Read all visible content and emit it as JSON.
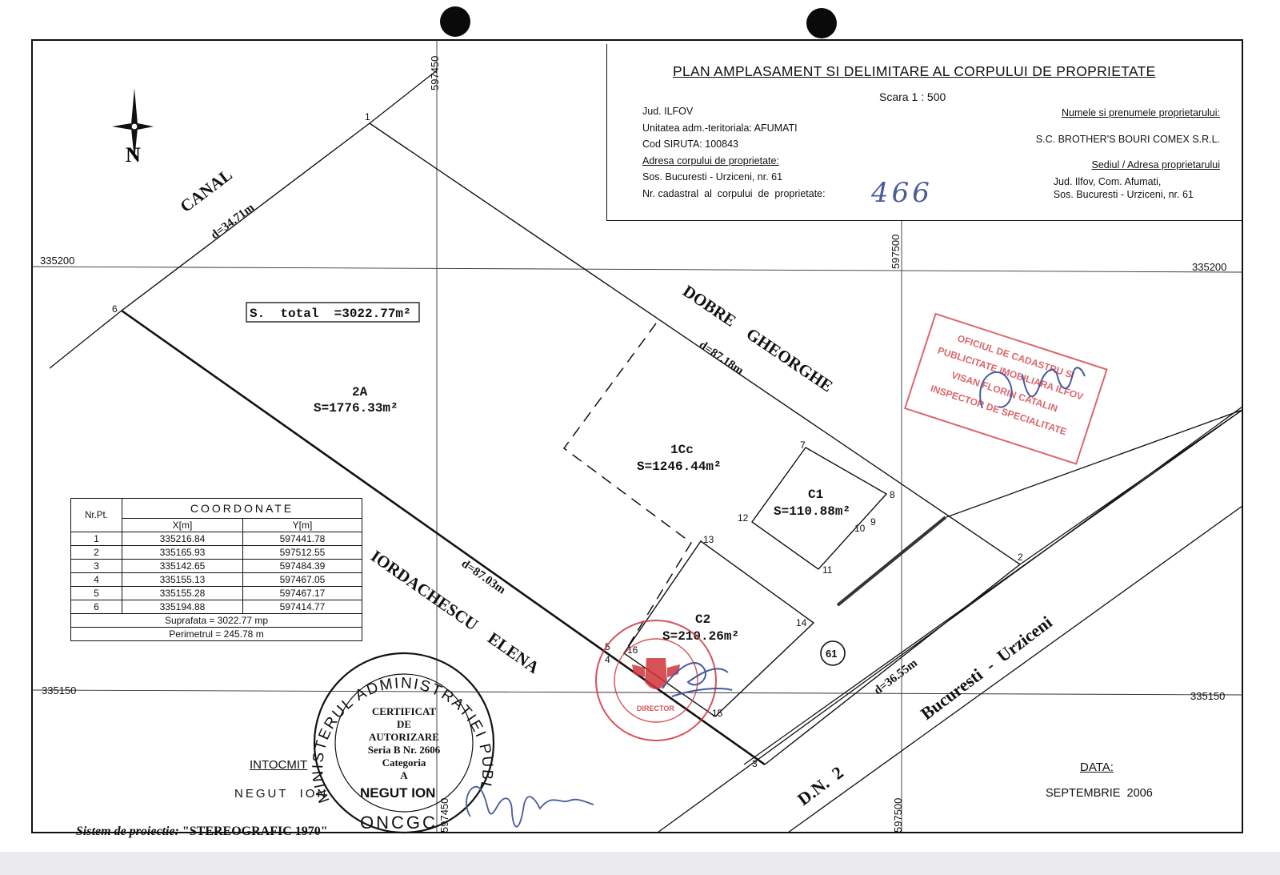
{
  "title_block": {
    "title": "PLAN AMPLASAMENT SI DELIMITARE AL CORPULUI DE PROPRIETATE",
    "scale": "Scara  1 : 500",
    "jud": "Jud.  ILFOV",
    "unitatea": "Unitatea adm.-teritoriala: AFUMATI",
    "siruta": "Cod SIRUTA: 100843",
    "adresa_label": "Adresa corpului de proprietate:",
    "adresa_value": "Sos. Bucuresti - Urziceni, nr. 61",
    "nr_cadastral_label": "Nr. cadastral  al  corpului  de  proprietate:",
    "nr_cadastral_value": "466",
    "owner_label": "Numele si prenumele proprietarului:",
    "owner_value": "S.C. BROTHER'S BOURI COMEX S.R.L.",
    "sediu_label": "Sediul / Adresa proprietarului",
    "sediu_line1": "Jud.  Ilfov, Com.  Afumati,",
    "sediu_line2": "Sos. Bucuresti - Urziceni, nr. 61"
  },
  "grid_labels": {
    "y_597450_top": "597450",
    "y_597500_top": "597500",
    "y_597450_bottom": "597450",
    "y_597500_bottom": "597500",
    "x_335200_left": "335200",
    "x_335200_right": "335200",
    "x_335150_left": "335150",
    "x_335150_right": "335150"
  },
  "north": "N",
  "neighbours": {
    "canal": "CANAL",
    "dobre": "DOBRE    GHEORGHE",
    "iordachescu": "IORDACHESCU    ELENA",
    "road": "Bucuresti  -  Urziceni",
    "dn": "D.N.  2",
    "house_no": "61"
  },
  "distances": {
    "d1": "d=34.71m",
    "d2": "d=87.18m",
    "d3": "d=87.03m",
    "d4": "d=36.55m"
  },
  "parcels": {
    "total": "S.  total  =3022.77m²",
    "p2a_name": "2A",
    "p2a_area": "S=1776.33m²",
    "p1cc_name": "1Cc",
    "p1cc_area": "S=1246.44m²",
    "c1_name": "C1",
    "c1_area": "S=110.88m²",
    "c2_name": "C2",
    "c2_area": "S=210.26m²"
  },
  "points": {
    "p1": "1",
    "p2": "2",
    "p3": "3",
    "p4": "4",
    "p5": "5",
    "p6": "6",
    "p7": "7",
    "p8": "8",
    "p9": "9",
    "p10": "10",
    "p11": "11",
    "p12": "12",
    "p13": "13",
    "p14": "14",
    "p15": "15",
    "p16": "16"
  },
  "coord_table": {
    "header": "COORDONATE",
    "col_nr": "Nr.Pt.",
    "col_x": "X[m]",
    "col_y": "Y[m]",
    "rows": [
      {
        "nr": "1",
        "x": "335216.84",
        "y": "597441.78"
      },
      {
        "nr": "2",
        "x": "335165.93",
        "y": "597512.55"
      },
      {
        "nr": "3",
        "x": "335142.65",
        "y": "597484.39"
      },
      {
        "nr": "4",
        "x": "335155.13",
        "y": "597467.05"
      },
      {
        "nr": "5",
        "x": "335155.28",
        "y": "597467.17"
      },
      {
        "nr": "6",
        "x": "335194.88",
        "y": "597414.77"
      }
    ],
    "suprafata": "Suprafata = 3022.77 mp",
    "perimetrul": "Perimetrul = 245.78 m"
  },
  "stamps": {
    "ministry_ring": "MINISTERUL  ADMINISTRATIEI  PUBLICE",
    "oncgc": "ONCGC",
    "cert_l1": "CERTIFICAT",
    "cert_l2": "DE",
    "cert_l3": "AUTORIZARE",
    "cert_l4": "Seria B Nr. 2606",
    "cert_l5": "Categoria",
    "cert_l6": "A",
    "ocpi_l1": "OFICIUL DE CADASTRU SI",
    "ocpi_l2": "PUBLICITATE IMOBILIARA ILFOV",
    "ocpi_l3": "VISAN FLORIN CATALIN",
    "ocpi_l4": "INSPECTOR DE SPECIALITATE",
    "director": "DIRECTOR"
  },
  "footer": {
    "sistem_label": "Sistem  de  proiectie:",
    "sistem_value": "\"STEREOGRAFIC  1970\"",
    "intocmit": "INTOCMIT",
    "negut_spaced": "NEGUT  ION",
    "negut_bold": "NEGUT ION",
    "data_label": "DATA:",
    "data_value": "SEPTEMBRIE  2006"
  },
  "colors": {
    "ink": "#111111",
    "stamp_red": "#d0343a",
    "stamp_blue": "#4a5a9c"
  }
}
